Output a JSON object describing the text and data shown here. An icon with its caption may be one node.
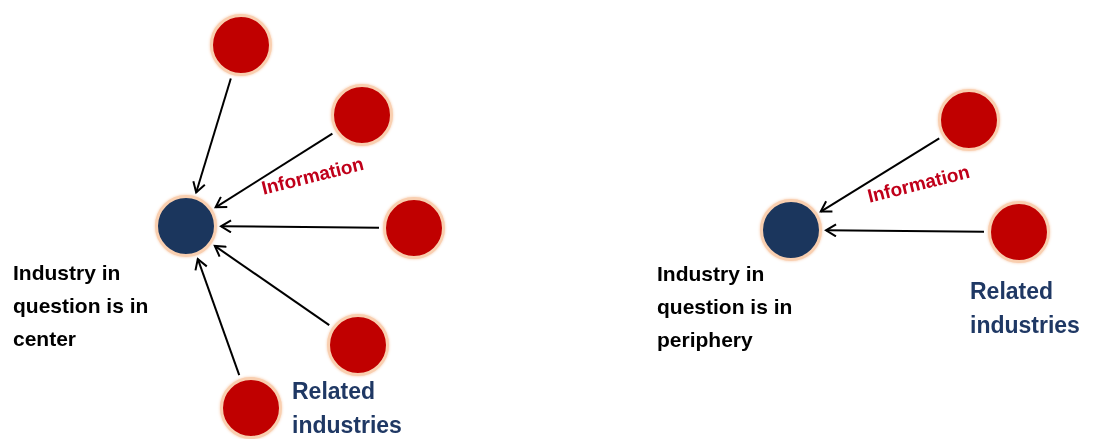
{
  "diagram": {
    "nodes": [
      {
        "text": [],
        "shape": "circle",
        "beside": [
          "Industry in question is in center"
        ]
      },
      {
        "text": [],
        "shape": "circle"
      },
      {
        "text": [],
        "shape": "circle"
      },
      {
        "text": [],
        "shape": "circle"
      },
      {
        "text": [],
        "shape": "circle"
      },
      {
        "text": [],
        "shape": "circle"
      },
      {
        "text": [],
        "shape": "circle",
        "beside": [
          "Industry in question is in periphery"
        ]
      },
      {
        "text": [],
        "shape": "circle"
      },
      {
        "text": [],
        "shape": "circle"
      }
    ],
    "edges": [
      {
        "from": 1,
        "to": 0,
        "arrow": "to"
      },
      {
        "from": 2,
        "to": 0,
        "arrow": "to"
      },
      {
        "from": 3,
        "to": 0,
        "arrow": "to"
      },
      {
        "from": 4,
        "to": 0,
        "arrow": "to"
      },
      {
        "from": 5,
        "to": 0,
        "arrow": "to"
      },
      {
        "from": 7,
        "to": 6,
        "arrow": "to"
      },
      {
        "from": 8,
        "to": 6,
        "arrow": "to"
      }
    ],
    "labels": [
      "Information",
      "Related industries",
      "Information",
      "Related industries"
    ]
  }
}
